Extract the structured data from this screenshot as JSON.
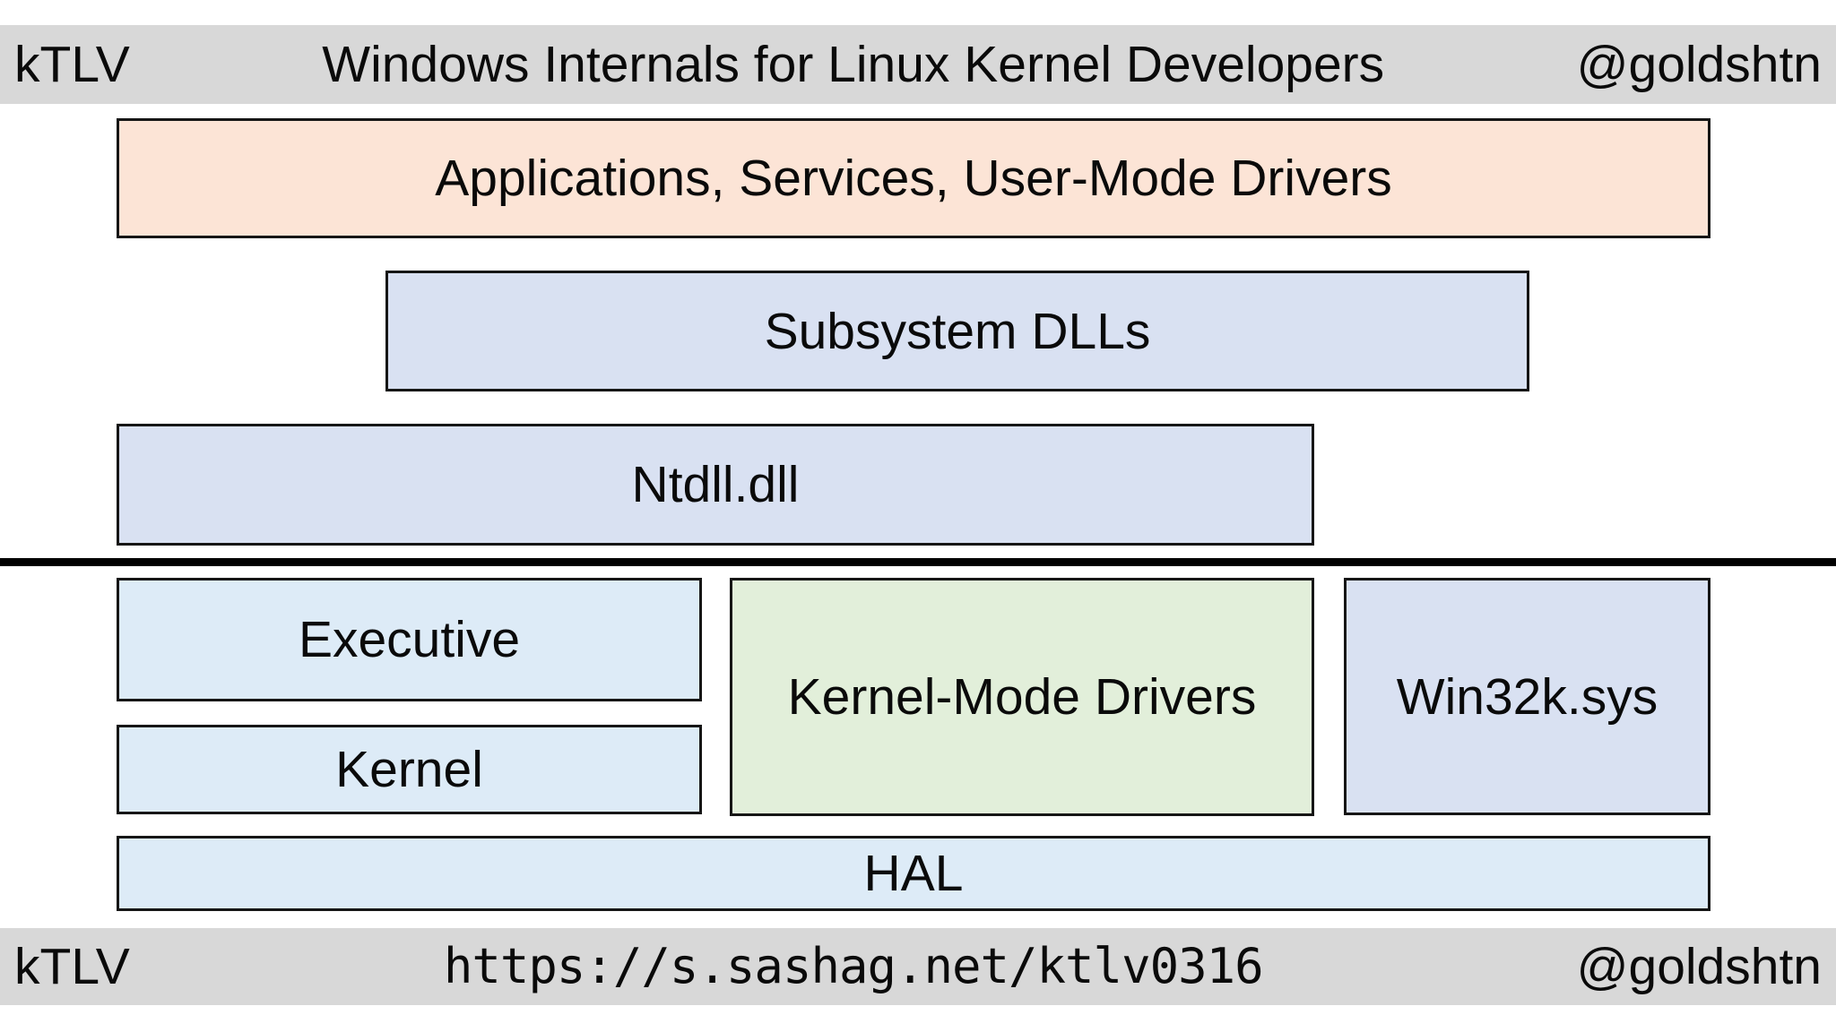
{
  "header": {
    "brand": "kTLV",
    "title": "Windows Internals for Linux Kernel Developers",
    "handle": "@goldshtn"
  },
  "footer": {
    "brand": "kTLV",
    "link": "https://s.sashag.net/ktlv0316",
    "handle": "@goldshtn"
  },
  "colors": {
    "bar_background": "#d8d8d8",
    "box_border": "#161616",
    "boundary_line": "#000000",
    "peach": "#fce4d6",
    "lavender": "#d9e1f2",
    "light_blue": "#ddebf7",
    "green": "#e2efda"
  },
  "diagram": {
    "user_mode": {
      "applications": {
        "label": "Applications, Services, User-Mode Drivers",
        "color": "#fce4d6"
      },
      "subsystem_dlls": {
        "label": "Subsystem DLLs",
        "color": "#d9e1f2"
      },
      "ntdll": {
        "label": "Ntdll.dll",
        "color": "#d9e1f2"
      }
    },
    "kernel_mode": {
      "executive": {
        "label": "Executive",
        "color": "#ddebf7"
      },
      "kernel": {
        "label": "Kernel",
        "color": "#ddebf7"
      },
      "kernel_mode_drivers": {
        "label": "Kernel-Mode Drivers",
        "color": "#e2efda"
      },
      "win32k": {
        "label": "Win32k.sys",
        "color": "#d9e1f2"
      },
      "hal": {
        "label": "HAL",
        "color": "#ddebf7"
      }
    }
  }
}
